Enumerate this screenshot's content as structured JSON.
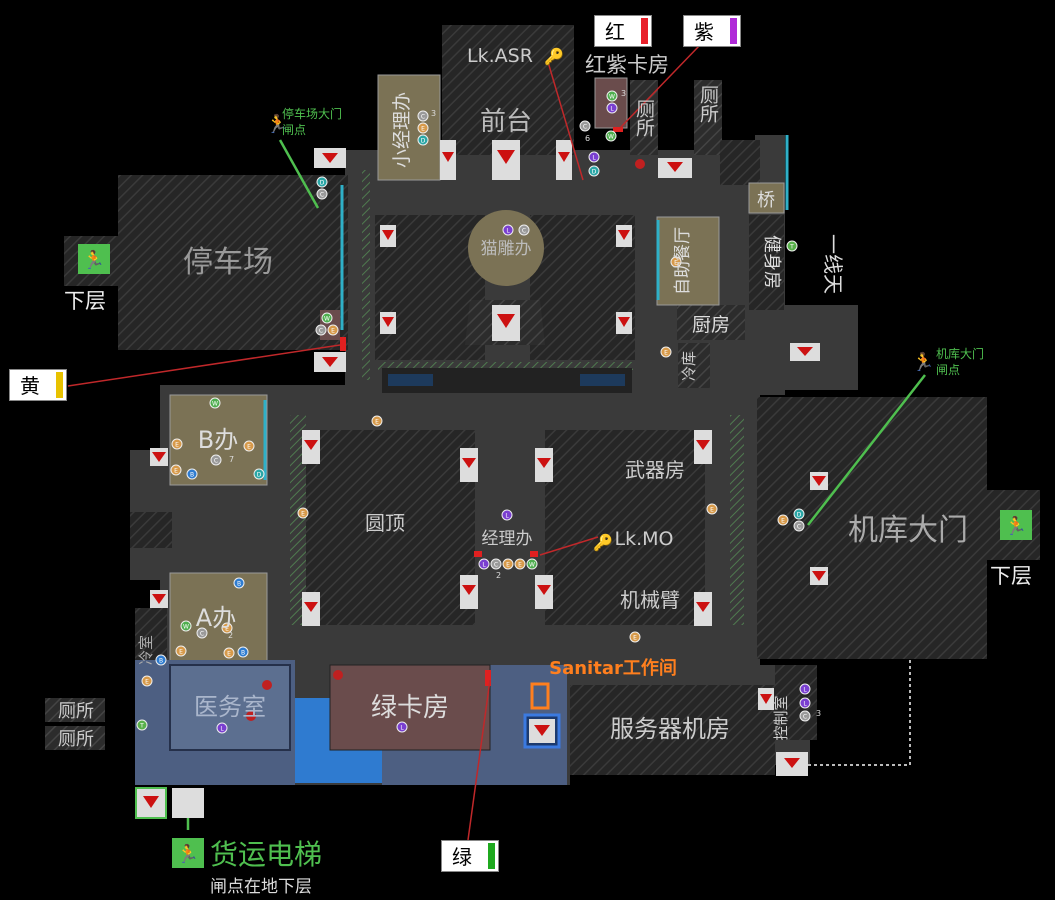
{
  "map_title": "",
  "colors": {
    "background": "#000000",
    "building": "#3a3a3a",
    "hatch_room": "#2b2b2b",
    "office": "#7b7255",
    "medical": "#5c6f90",
    "greencard": "#6a4c4c",
    "water": "#2f7bd0",
    "exit_green": "#4fbf4f",
    "accent_orange": "#ff7f1e",
    "door_red": "#e02020",
    "marker_red": "#cc1111"
  },
  "rooms": {
    "parking": "停车场",
    "front_desk": "前台",
    "small_manager_office": "小经理办",
    "red_purple_card_room": "红紫卡房",
    "toilet_top_1": "厕所",
    "toilet_top_2": "厕所",
    "cat_statue_office": "猫雕办",
    "buffet": "自助餐厅",
    "bridge": "桥",
    "gym": "健身房",
    "one_line_sky": "一线天",
    "kitchen": "厨房",
    "cold_storage": "冷库",
    "b_office": "B办",
    "dome": "圆顶",
    "weapons_room": "武器房",
    "manager_office": "经理办",
    "mechanical_arm": "机械臂",
    "hangar_gate": "机库大门",
    "a_office": "A办",
    "medical_room": "医务室",
    "green_card_room": "绿卡房",
    "server_room": "服务器机房",
    "control_room": "控制室",
    "cold_room_left": "冷室",
    "toilet_left_1": "厕所",
    "toilet_left_2": "厕所"
  },
  "labels": {
    "lk_asr": "Lk.ASR",
    "lk_mo": "Lk.MO",
    "sanitar": "Sanitar工作间",
    "downstairs_left": "下层",
    "downstairs_right": "下层"
  },
  "exits": {
    "parking_gate": {
      "title": "停车场大门",
      "sub": "闸点"
    },
    "hangar_gate": {
      "title": "机库大门",
      "sub": "闸点"
    },
    "cargo_elevator": {
      "title": "货运电梯",
      "sub": "闸点在地下层"
    }
  },
  "keycards": [
    {
      "label": "红",
      "color": "#e8202a"
    },
    {
      "label": "紫",
      "color": "#b02ad8"
    },
    {
      "label": "黄",
      "color": "#e8c200"
    },
    {
      "label": "绿",
      "color": "#1fa91f"
    }
  ],
  "loot_legend": {
    "L": "#7a3fd0",
    "C": "#9a9a9a",
    "E": "#d79a4a",
    "D": "#2aa6a6",
    "W": "#4fae4f",
    "T": "#58b04a",
    "B": "#2e7cd0"
  },
  "loot_numbers": [
    "3",
    "3",
    "6",
    "7",
    "2",
    "2",
    "3"
  ]
}
